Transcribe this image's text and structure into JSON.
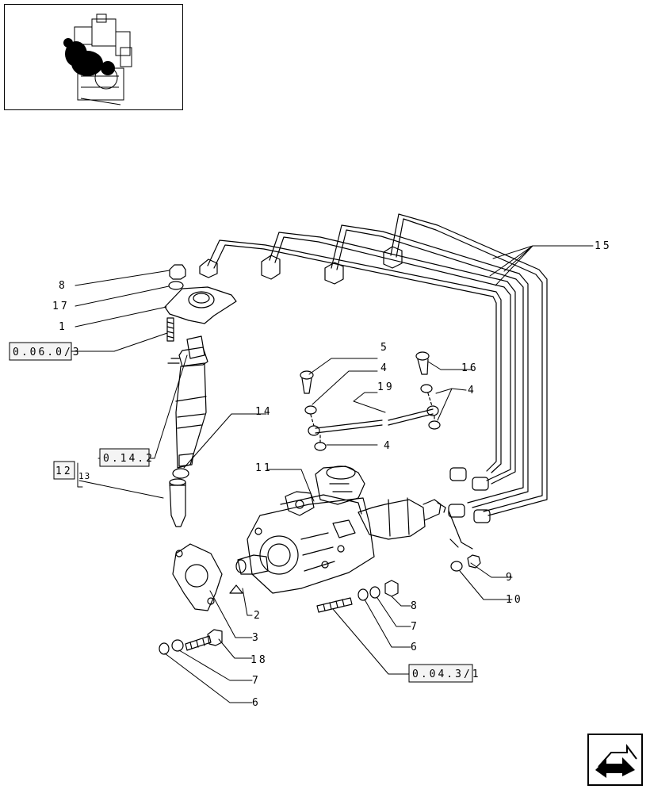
{
  "thumbnail": {
    "icon": "engine-thumbnail-icon"
  },
  "callouts": {
    "c8a": "8",
    "c17": "17",
    "c1": "1",
    "c15": "15",
    "c5": "5",
    "c4a": "4",
    "c16": "16",
    "c19": "19",
    "c4b": "4",
    "c4c": "4",
    "c14": "14",
    "c11": "11",
    "c12": "12",
    "c13": "13",
    "c2": "2",
    "c3": "3",
    "c18": "18",
    "c7a": "7",
    "c6a": "6",
    "c8b": "8",
    "c7b": "7",
    "c6b": "6",
    "c9": "9",
    "c10": "10"
  },
  "references": {
    "ref_0603": "0.06.0/3",
    "ref_0142": "0.14.2",
    "ref_0043": "0.04.3/1"
  },
  "navigation": {
    "icon": "next-page-arrow-icon"
  }
}
